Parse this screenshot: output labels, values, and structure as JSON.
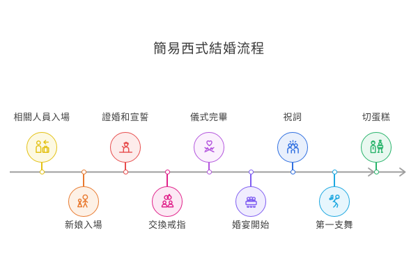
{
  "title": "簡易西式結婚流程",
  "timeline": {
    "line_color": "#9e9e9e",
    "direction": "left-to-right"
  },
  "steps": [
    {
      "label": "相關人員入場",
      "icon": "guests-entrance-icon",
      "position": "top",
      "color": "#e3c113",
      "fill": "#fdf9e2"
    },
    {
      "label": "新娘入場",
      "icon": "bride-entrance-icon",
      "position": "bottom",
      "color": "#e8792e",
      "fill": "#fdf1e6"
    },
    {
      "label": "證婚和宣誓",
      "icon": "officiant-vows-icon",
      "position": "top",
      "color": "#e74c4c",
      "fill": "#fdeceb"
    },
    {
      "label": "交換戒指",
      "icon": "ring-exchange-icon",
      "position": "bottom",
      "color": "#e0218a",
      "fill": "#fce9f4"
    },
    {
      "label": "儀式完畢",
      "icon": "ceremony-complete-icon",
      "position": "top",
      "color": "#b355dd",
      "fill": "#fbf1fd"
    },
    {
      "label": "婚宴開始",
      "icon": "banquet-start-icon",
      "position": "bottom",
      "color": "#7f5df1",
      "fill": "#f0edfe"
    },
    {
      "label": "祝詞",
      "icon": "toast-speech-icon",
      "position": "top",
      "color": "#2f6fe0",
      "fill": "#e9f0fc"
    },
    {
      "label": "第一支舞",
      "icon": "first-dance-icon",
      "position": "bottom",
      "color": "#1ba7e0",
      "fill": "#e7f6fd"
    },
    {
      "label": "切蛋糕",
      "icon": "cake-cutting-icon",
      "position": "top",
      "color": "#27b36a",
      "fill": "#e9f8f0"
    }
  ]
}
